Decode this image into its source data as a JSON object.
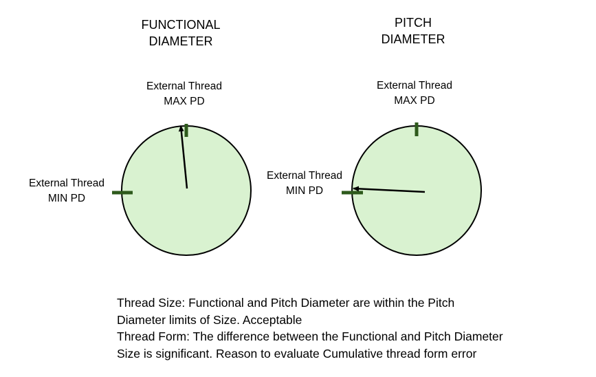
{
  "gauges": [
    {
      "title_lines": [
        "FUNCTIONAL",
        "DIAMETER"
      ],
      "max_label_lines": [
        "External Thread",
        "MAX PD"
      ],
      "min_label_lines": [
        "External Thread",
        "MIN PD"
      ]
    },
    {
      "title_lines": [
        "PITCH",
        "DIAMETER"
      ],
      "max_label_lines": [
        "External Thread",
        "MAX PD"
      ],
      "min_label_lines": [
        "External Thread",
        "MIN PD"
      ]
    }
  ],
  "caption_lines": [
    "Thread Size: Functional and Pitch Diameter are within the Pitch",
    "Diameter limits of Size.  Acceptable",
    "Thread Form: The difference between the Functional and Pitch Diameter",
    "Size is significant.  Reason to evaluate Cumulative thread form error"
  ],
  "colors": {
    "dial_fill": "#d9f2d0",
    "dial_stroke": "#000000",
    "tick": "#2e5a1c",
    "needle": "#000000"
  }
}
